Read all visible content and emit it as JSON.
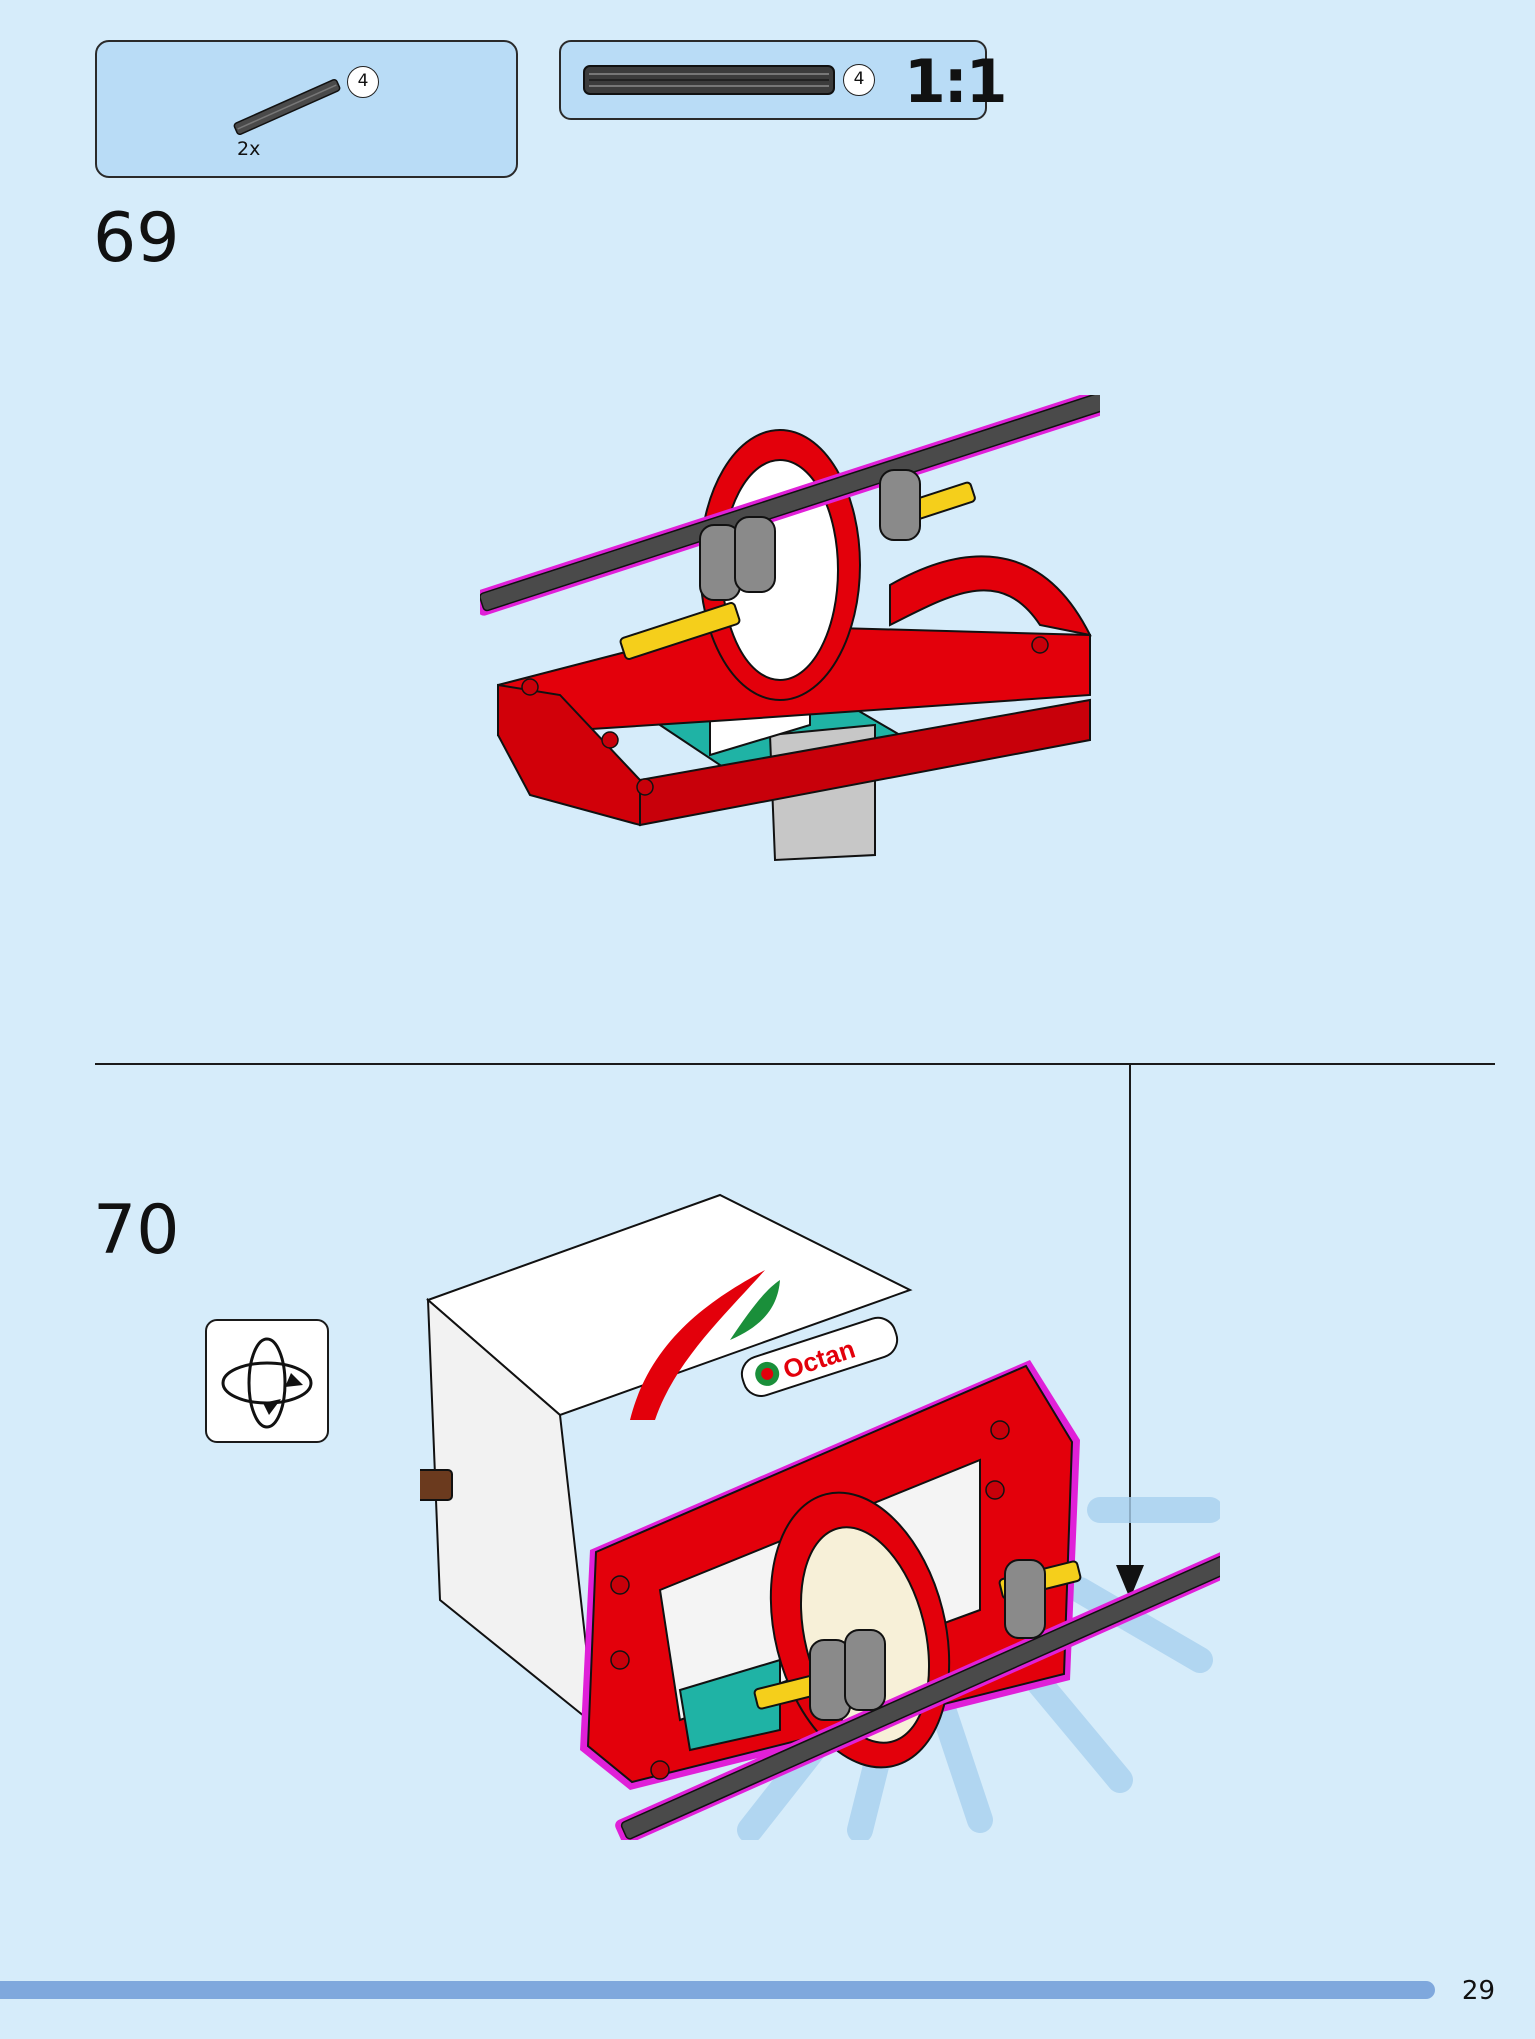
{
  "parts_callout": {
    "count_label": "4",
    "quantity": "2x"
  },
  "scale_callout": {
    "count_label": "4",
    "ratio": "1:1"
  },
  "steps": [
    {
      "number": "69"
    },
    {
      "number": "70"
    }
  ],
  "icons": {
    "part": "gray-axle-icon",
    "rotate": "rotate-model-icon"
  },
  "colors": {
    "background": "#d6ecfa",
    "callout_fill": "#b9dcf6",
    "brick_red": "#e3000b",
    "axle_gray": "#4a4a4a",
    "highlight_magenta": "#e020d8",
    "axle_yellow": "#f5cf1b",
    "teal": "#1fb3a5"
  },
  "assembly_decal": {
    "brand_text": "Octan"
  },
  "footer": {
    "page_number": "29",
    "progress": 0.935
  }
}
